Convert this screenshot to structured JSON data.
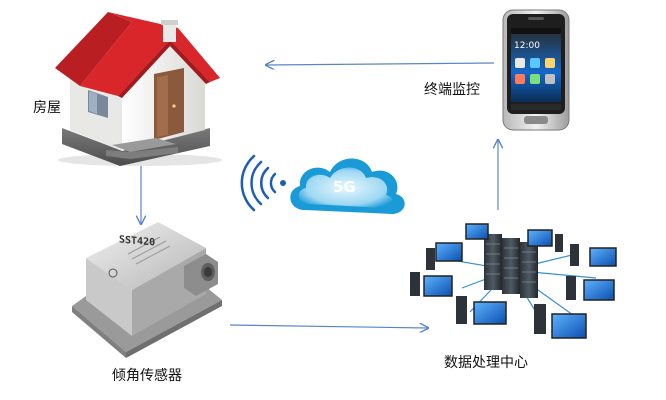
{
  "nodes": {
    "house": {
      "label": "房屋"
    },
    "mobile": {
      "label": "终端监控"
    },
    "sensor": {
      "label": "倾角传感器",
      "model_text": "SST420"
    },
    "data_center": {
      "label": "数据处理中心"
    }
  },
  "network": {
    "label": "5G"
  },
  "colors": {
    "arrow": "#5b86c5",
    "roof": "#d9262b",
    "wall": "#f1f1ef",
    "door": "#8b5a3c",
    "cloud_outer": "#1a9bd7",
    "wifi": "#1b5fb3",
    "screen": "#1468c8"
  }
}
